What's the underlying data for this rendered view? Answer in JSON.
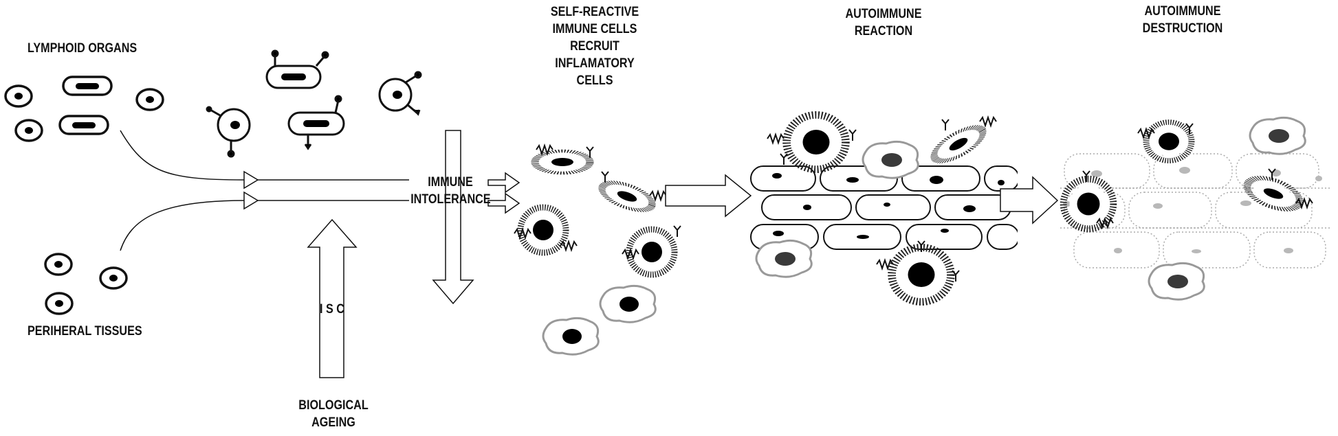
{
  "labels": {
    "lymphoid_organs": "LYMPHOID ORGANS",
    "peripheral_tissues": "PERIHERAL TISSUES",
    "immune_intolerance": "IMMUNE\nINTOLERANCE",
    "isc": "I  S  C",
    "biological_ageing": "BIOLOGICAL\nAGEING",
    "self_reactive": "SELF-REACTIVE\nIMMUNE CELLS\nRECRUIT\nINFLAMATORY\nCELLS",
    "autoimmune_reaction": "AUTOIMMUNE\nREACTION",
    "autoimmune_destruction": "AUTOIMMUNE\nDESTRUCTION"
  },
  "colors": {
    "ink": "#111111",
    "nucleus": "#000000",
    "faded_cell": "#9a9a9a",
    "faded_nucleus": "#b5b5b5",
    "macrophage_outline": "#888888",
    "macrophage_nucleus": "#333333"
  }
}
